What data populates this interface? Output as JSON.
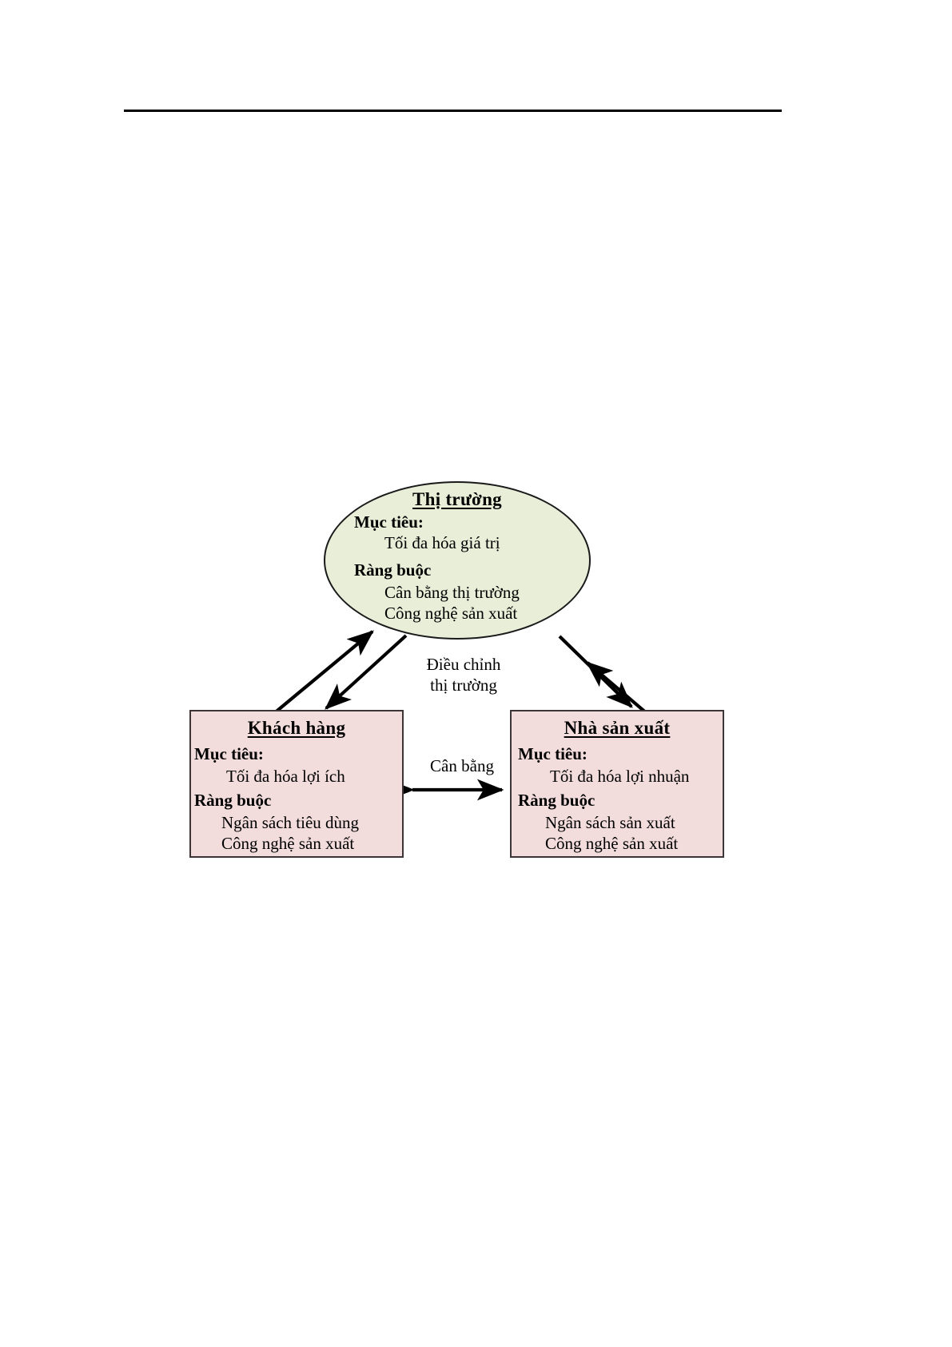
{
  "page": {
    "header_rule": true
  },
  "diagram": {
    "type": "relationship-diagram",
    "nodes": [
      {
        "id": "market",
        "shape": "ellipse",
        "fill": "#e8eed8",
        "stroke": "#1a1a1a",
        "title": "Thị trường",
        "goal_label": "Mục tiêu:",
        "goal_value": "Tối đa hóa giá trị",
        "constraint_label": "Ràng buộc",
        "constraint_values": [
          "Cân bằng thị trường",
          "Công nghệ sản xuất"
        ]
      },
      {
        "id": "customer",
        "shape": "rectangle",
        "fill": "#f2dcdc",
        "stroke": "#3d3535",
        "title": "Khách hàng",
        "goal_label": "Mục tiêu:",
        "goal_value": "Tối đa hóa lợi ích",
        "constraint_label": "Ràng buộc",
        "constraint_values": [
          "Ngân sách tiêu dùng",
          "Công nghệ sản xuất"
        ]
      },
      {
        "id": "producer",
        "shape": "rectangle",
        "fill": "#f2dcdc",
        "stroke": "#3d3535",
        "title": "Nhà sản xuất",
        "goal_label": "Mục tiêu:",
        "goal_value": "Tối đa hóa lợi nhuận",
        "constraint_label": "Ràng buộc",
        "constraint_values": [
          "Ngân sách sản xuất",
          "Công nghệ sản xuất"
        ]
      }
    ],
    "edge_labels": {
      "adjust_line1": "Điều chỉnh",
      "adjust_line2": "thị trường",
      "balance": "Cân bằng"
    }
  }
}
